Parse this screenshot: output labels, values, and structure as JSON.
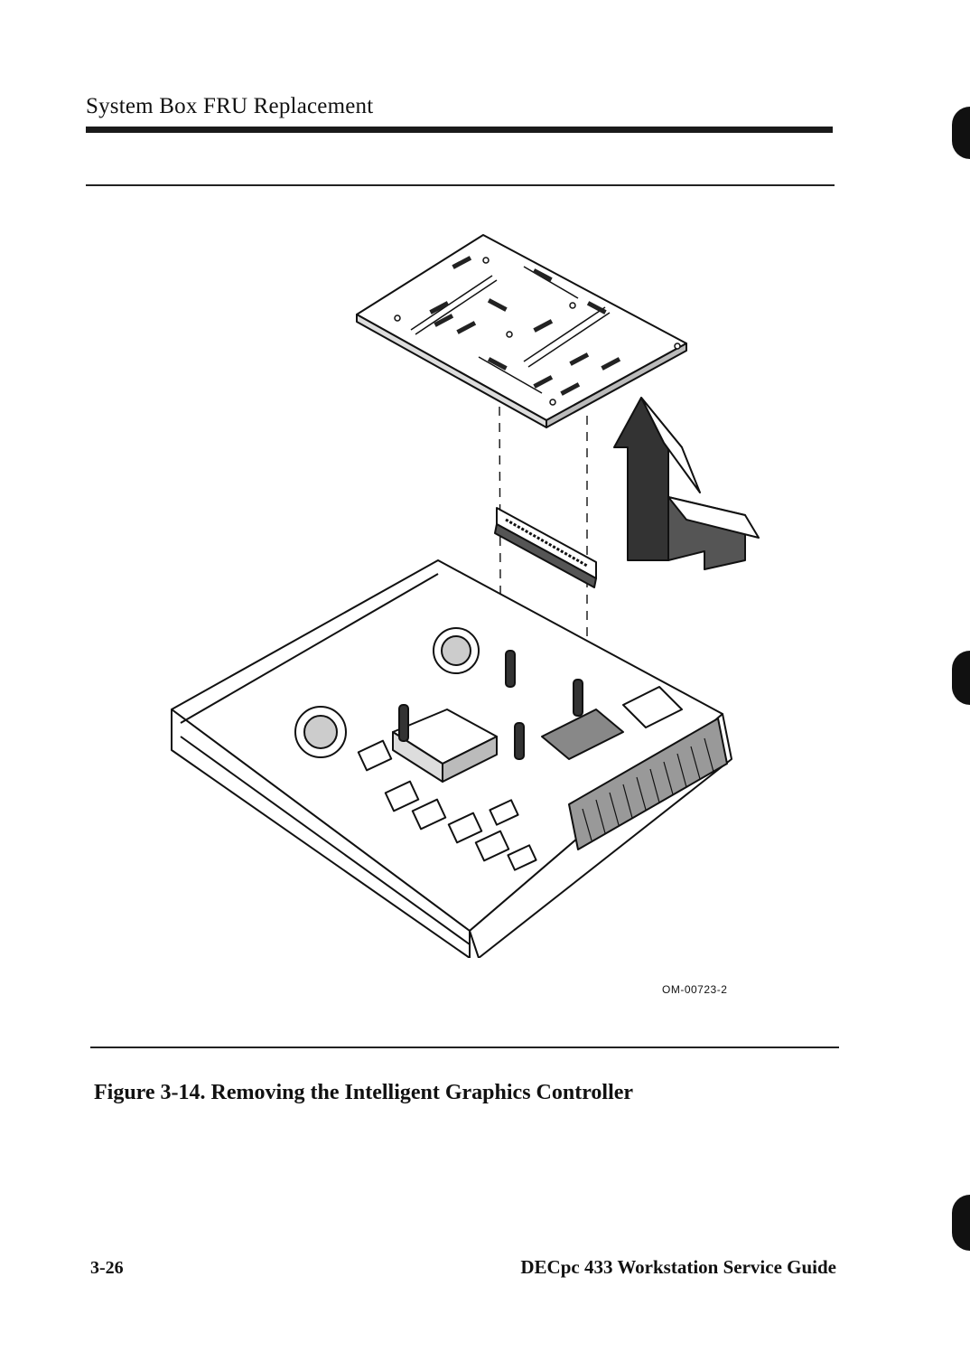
{
  "header": {
    "title": "System Box FRU Replacement"
  },
  "figure": {
    "id": "OM-00723-2",
    "caption": "Figure 3-14.  Removing the Intelligent Graphics Controller"
  },
  "footer": {
    "page_number": "3-26",
    "doc_title": "DECpc 433 Workstation Service Guide"
  }
}
